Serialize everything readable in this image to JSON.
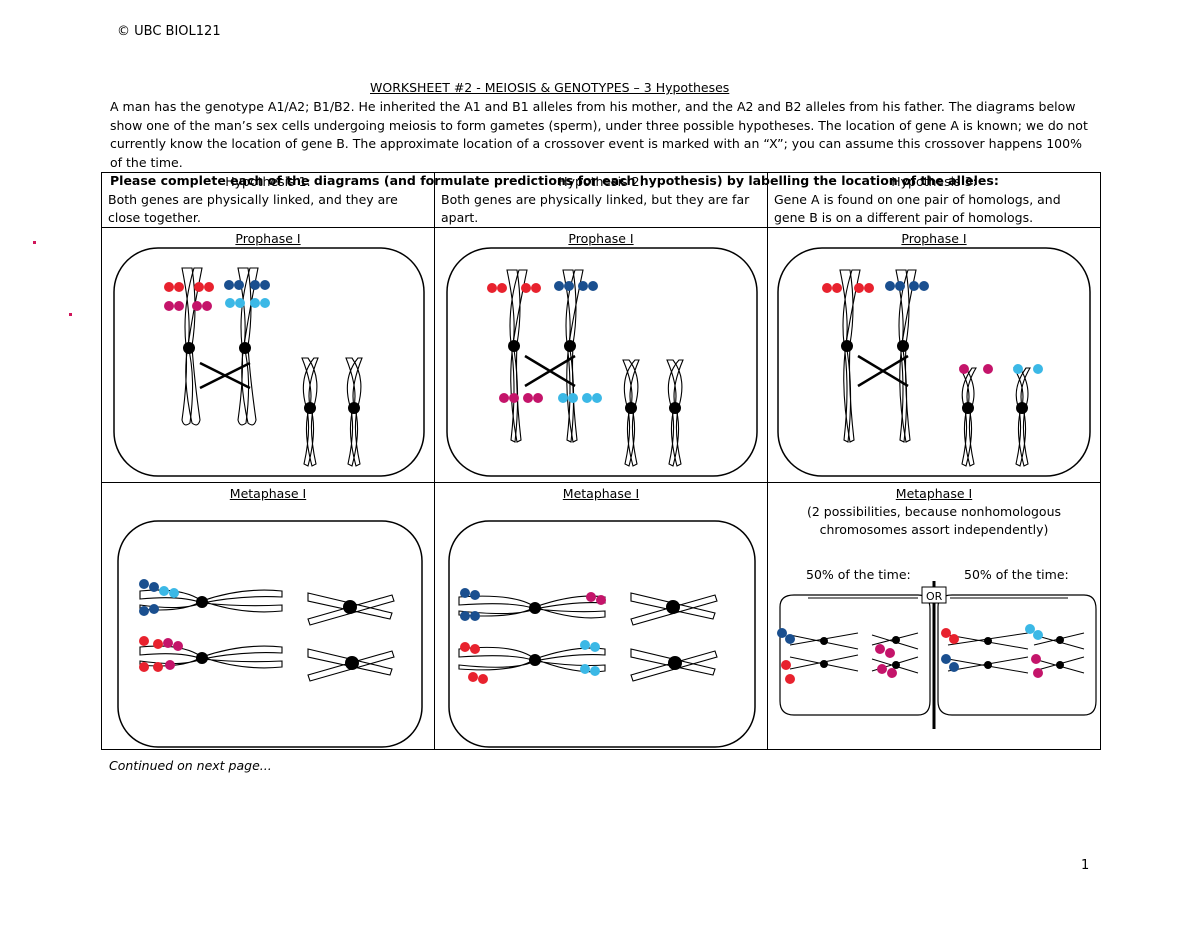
{
  "header": {
    "copyright": "© UBC BIOL121"
  },
  "worksheet": {
    "title": "WORKSHEET #2 - MEIOSIS & GENOTYPES – 3 Hypotheses",
    "intro": "A man has the genotype A1/A2; B1/B2. He inherited the A1 and B1 alleles from his mother, and the A2 and B2 alleles from his father. The diagrams below show one of the man’s sex cells undergoing meiosis to form gametes (sperm), under three possible hypotheses. The location of gene A is known; we do not currently know the location of gene B. The approximate location of a crossover event is marked with an “X”; you can assume this crossover happens 100% of the time.",
    "instruction": "Please complete each of the diagrams (and formulate predictions for each hypothesis) by labelling the location of the alleles:"
  },
  "hypotheses": [
    {
      "title": "Hypothesis 1:",
      "text": "Both genes are physically linked, and they are close together."
    },
    {
      "title": "Hypothesis 2:",
      "text": "Both genes are physically linked, but they are far apart."
    },
    {
      "title": "Hypothesis 3:",
      "text": "Gene A is found on one pair of homologs, and gene B is on a different pair of homologs."
    }
  ],
  "stages": {
    "prophase": "Prophase I",
    "metaphase": "Metaphase I",
    "metaphase_note": "(2 possibilities, because nonhomologous chromosomes assort independently)",
    "pct_left": "50% of the time:",
    "pct_right": "50% of the time:",
    "or_label": "OR"
  },
  "footer": {
    "continued": "Continued on next page...",
    "page_number": "1"
  },
  "colors": {
    "red": "#e8222e",
    "magenta": "#c4146a",
    "navy": "#1a4f8f",
    "cyan": "#3bb8e6"
  }
}
